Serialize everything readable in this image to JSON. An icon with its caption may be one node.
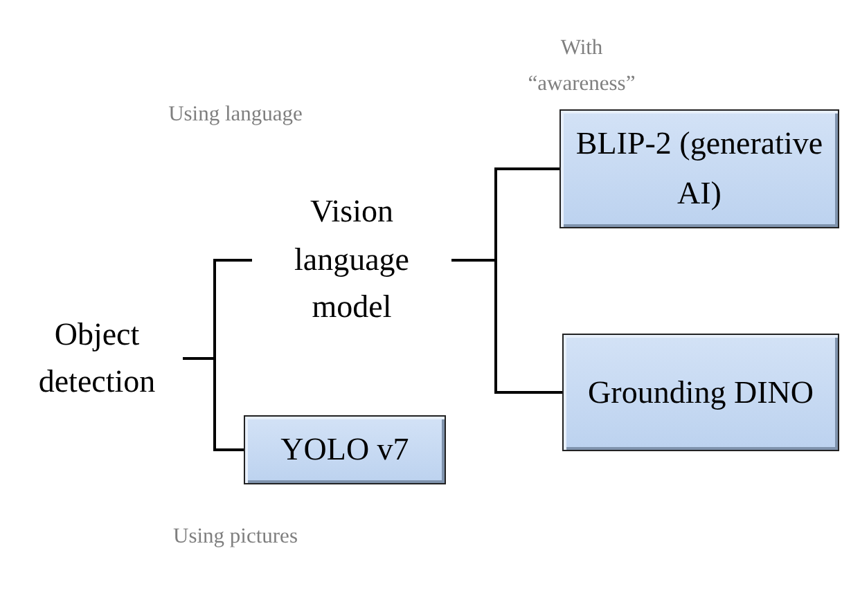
{
  "diagram": {
    "nodes": [
      {
        "text": [
          "Object detection"
        ]
      },
      {
        "text": [
          "Vision language model"
        ]
      },
      {
        "text": [
          "YOLO v7"
        ]
      },
      {
        "text": [
          "BLIP-2 (generative AI)"
        ]
      },
      {
        "text": [
          "Grounding DINO"
        ]
      }
    ],
    "edges": [
      {
        "from": 0,
        "to": 1,
        "arrow": "none"
      },
      {
        "from": 0,
        "to": 2,
        "arrow": "none"
      },
      {
        "from": 1,
        "to": 3,
        "arrow": "none"
      },
      {
        "from": 1,
        "to": 4,
        "arrow": "none"
      }
    ],
    "labels": [
      "With “awareness”",
      "Using language",
      "Using pictures"
    ]
  }
}
